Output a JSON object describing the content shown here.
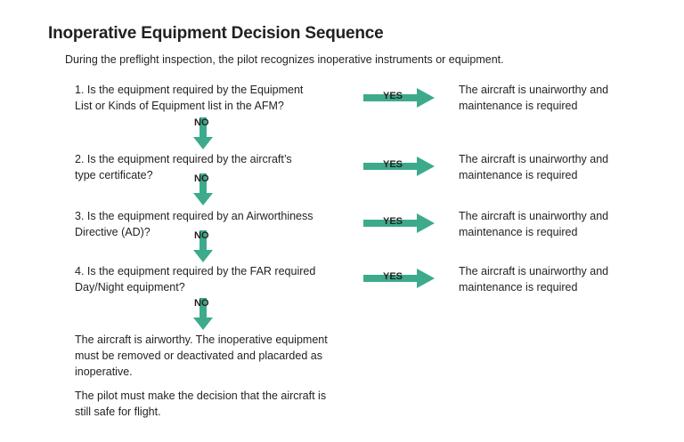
{
  "title": "Inoperative Equipment Decision Sequence",
  "intro": "During the preflight inspection, the pilot recognizes inoperative instruments or equipment.",
  "steps": [
    {
      "question_lines": [
        "1. Is the equipment required by the Equipment",
        "List or Kinds of Equipment list in the AFM?"
      ],
      "yes_label": "YES",
      "no_label": "NO",
      "result_lines": [
        "The aircraft is unairworthy and",
        "maintenance is required"
      ]
    },
    {
      "question_lines": [
        "2. Is the equipment required by the aircraft’s",
        "type certificate?"
      ],
      "yes_label": "YES",
      "no_label": "NO",
      "result_lines": [
        "The aircraft is unairworthy and",
        "maintenance is required"
      ]
    },
    {
      "question_lines": [
        "3. Is the equipment required by an Airworthiness",
        "Directive (AD)?"
      ],
      "yes_label": "YES",
      "no_label": "NO",
      "result_lines": [
        "The aircraft is unairworthy and",
        "maintenance is required"
      ]
    },
    {
      "question_lines": [
        "4. Is the equipment required by the FAR required",
        "Day/Night equipment?"
      ],
      "yes_label": "YES",
      "no_label": "NO",
      "result_lines": [
        "The aircraft is unairworthy and",
        "maintenance is required"
      ]
    }
  ],
  "conclusion_lines": [
    "The aircraft is airworthy. The inoperative equipment",
    "must be removed or deactivated and placarded as",
    "inoperative."
  ],
  "final_note_lines": [
    "The pilot must make the decision that the aircraft is",
    "still safe for flight."
  ],
  "colors": {
    "arrow": "#3daa8c",
    "text": "#231f20"
  }
}
